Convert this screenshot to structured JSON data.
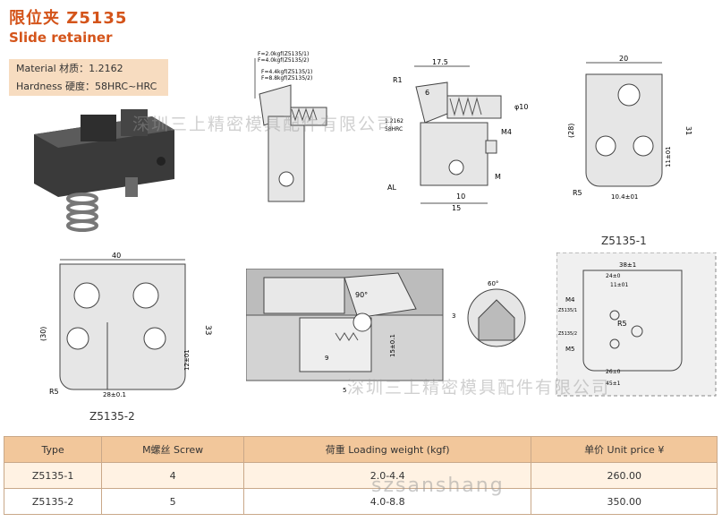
{
  "header": {
    "title_cn": "限位夹  Z5135",
    "title_en": "Slide retainer"
  },
  "specs": {
    "material": "Material 材质：1.2162",
    "hardness": "Hardness 硬度：58HRC~HRC"
  },
  "watermarks": {
    "top": "深圳三上精密模具配件有限公司",
    "bottom": "深圳三上精密模具配件有限公司",
    "url": "szsanshang"
  },
  "drawings": {
    "force_label_1": "F=2.0kgf(Z5135/1)",
    "force_label_2": "F=4.0kgf(Z5135/2)",
    "force_label_3": "F=4.4kgf(Z5135/1)",
    "force_label_4": "F=8.8kgf(Z5135/2)",
    "dim_17_5": "17.5",
    "dim_r1": "R1",
    "dim_6": "6",
    "dim_phi10": "φ10",
    "dim_m4": "M4",
    "dim_m": "M",
    "dim_al": "AL",
    "dim_10": "10",
    "dim_15": "15",
    "note_material": "1.2162",
    "note_hrc": "58HRC",
    "dim_20": "20",
    "dim_28": "(28)",
    "dim_31": "31",
    "dim_11": "11±01",
    "dim_104": "10.4±01",
    "dim_r5": "R5",
    "cap_z5135_1": "Z5135-1",
    "dim_40": "40",
    "dim_30": "(30)",
    "dim_33": "33",
    "dim_12": "12±01",
    "dim_28b": "28±0.1",
    "dim_r5b": "R5",
    "cap_z5135_2": "Z5135-2",
    "dim_90": "90°",
    "dim_15_01": "15±0.1",
    "dim_9": "9",
    "dim_5": "5",
    "dim_60": "60°",
    "dim_3": "3",
    "dim_38": "38±1",
    "dim_24": "24±0",
    "dim_11b": "11±01",
    "dim_m4b": "M4",
    "dim_r5c": "R5",
    "dim_m5": "M5",
    "dim_1": "Z5135/1",
    "dim_2": "Z5135/2",
    "dim_26": "26±0",
    "dim_45": "45±1"
  },
  "table": {
    "headers": [
      "Type",
      "M螺丝 Screw",
      "荷重 Loading weight (kgf)",
      "单价 Unit price ¥"
    ],
    "rows": [
      [
        "Z5135-1",
        "4",
        "2.0-4.4",
        "260.00"
      ],
      [
        "Z5135-2",
        "5",
        "4.0-8.8",
        "350.00"
      ]
    ]
  },
  "colors": {
    "accent": "#d4541a",
    "spec_bg": "#f7dcc0",
    "table_header": "#f2c79b"
  }
}
